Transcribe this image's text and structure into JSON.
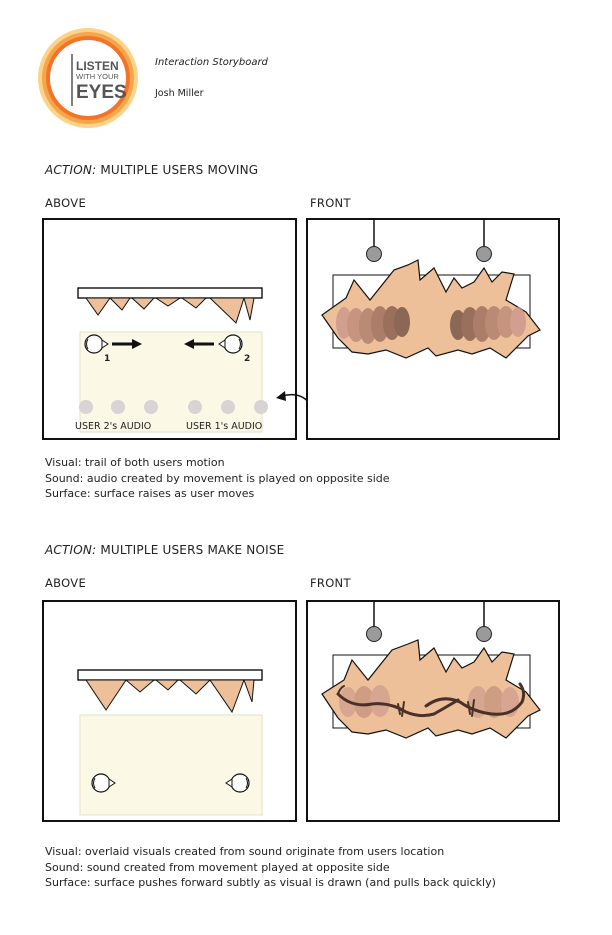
{
  "header": {
    "logo_lines": [
      "LISTEN",
      "WITH YOUR",
      "EYES"
    ],
    "doc_title": "Interaction Storyboard",
    "author": "Josh Miller"
  },
  "colors": {
    "shard_fill": "#eec09a",
    "floor_fill": "#fbf8e6",
    "speaker_dot": "#d9d3d3",
    "trail_brown": "#6b4a3e",
    "logo_ring_outer": "#f6b24a",
    "logo_ring_inner": "#f1742a"
  },
  "scene1": {
    "action_keyword": "ACTION:",
    "action_text": " MULTIPLE USERS MOVING",
    "above_label": "ABOVE",
    "front_label": "FRONT",
    "user1_number": "1",
    "user2_number": "2",
    "user2_audio_label": "USER 2's AUDIO",
    "user1_audio_label": "USER 1's AUDIO",
    "speakers_label": "speakers",
    "notes": [
      "Visual: trail of both users motion",
      "Sound: audio created by movement is played on opposite side",
      "Surface: surface raises as user moves"
    ]
  },
  "scene2": {
    "action_keyword": "ACTION:",
    "action_text": " MULTIPLE USERS MAKE NOISE",
    "above_label": "ABOVE",
    "front_label": "FRONT",
    "notes": [
      "Visual: overlaid visuals created from sound originate from users location",
      "Sound: sound created from movement played at opposite side",
      "Surface: surface pushes forward subtly as visual is drawn (and pulls back quickly)"
    ]
  }
}
